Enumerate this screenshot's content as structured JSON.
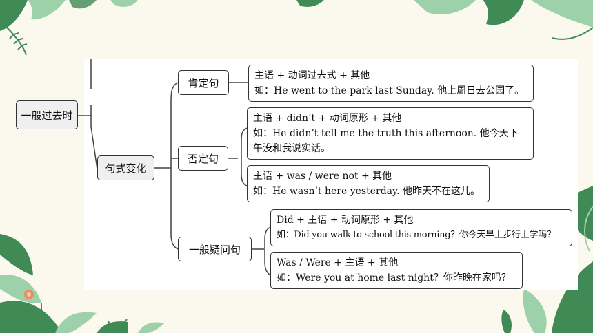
{
  "root": "一般过去时",
  "branch": "句式变化",
  "nodes": {
    "affirmative": "肯定句",
    "negative": "否定句",
    "question": "一般疑问句"
  },
  "boxes": {
    "aff": {
      "formula": "主语 + 动词过去式 + 其他",
      "example": "如：He went to the park last Sunday. 他上周日去公园了。"
    },
    "neg1": {
      "formula": "主语 + didn’t + 动词原形 + 其他",
      "example": "如：He didn’t tell me the truth this afternoon. 他今天下午没和我说实话。"
    },
    "neg2": {
      "formula": "主语 + was / were not + 其他",
      "example": "如：He wasn’t here yesterday. 他昨天不在这儿。"
    },
    "q1": {
      "formula": "Did + 主语 + 动词原形 + 其他",
      "example": "如：Did you walk to school this morning？你今天早上步行上学吗？"
    },
    "q2": {
      "formula": "Was / Were + 主语 + 其他",
      "example": "如：Were you at home last night？你昨晚在家吗？"
    }
  },
  "colors": {
    "leaf_dark": "#3f8a55",
    "leaf_light": "#9cd1a9",
    "flower": "#e98b6a",
    "background": "#fbf8ee"
  }
}
